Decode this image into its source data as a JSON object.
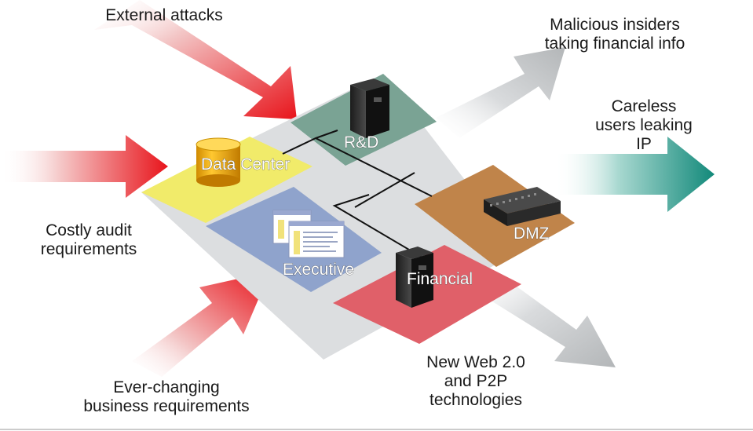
{
  "threats": {
    "external_attacks": "External attacks",
    "malicious_insiders_line1": "Malicious insiders",
    "malicious_insiders_line2": "taking financial info",
    "careless_users_line1": "Careless",
    "careless_users_line2": "users leaking",
    "careless_users_line3": "IP",
    "costly_audit_line1": "Costly audit",
    "costly_audit_line2": "requirements",
    "ever_changing_line1": "Ever-changing",
    "ever_changing_line2": "business requirements",
    "web20_line1": "New Web 2.0",
    "web20_line2": "and P2P",
    "web20_line3": "technologies"
  },
  "zones": {
    "rd": "R&D",
    "data_center": "Data Center",
    "dmz": "DMZ",
    "executive": "Executive",
    "financial": "Financial"
  },
  "colors": {
    "rd": "#7aa394",
    "data_center": "#f1eb6a",
    "dmz": "#c0844a",
    "executive": "#8fa3cc",
    "financial": "#e06069",
    "floor": "#dcdee0",
    "red_arrow": "#e8141b",
    "gray_arrow": "#b9bcbe",
    "teal_arrow": "#12897a"
  }
}
